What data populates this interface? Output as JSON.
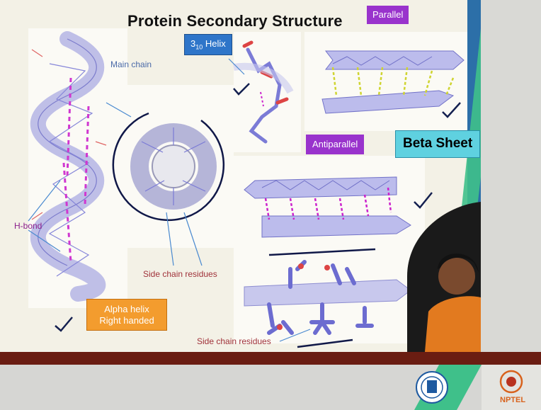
{
  "slide": {
    "title": "Protein Secondary Structure",
    "helix310_base": "3",
    "helix310_sub": "10",
    "helix310_suffix": " Helix",
    "main_chain": "Main chain",
    "parallel": "Parallel",
    "antiparallel": "Antiparallel",
    "beta_sheet": "Beta Sheet",
    "h_bond": "H-bond",
    "side_chain_1": "Side chain residues",
    "side_chain_2": "Side chain residues",
    "alpha_line1": "Alpha helix",
    "alpha_line2": "Right handed"
  },
  "branding": {
    "nptel": "NPTEL"
  },
  "colors": {
    "title_tag_purple": "#9933cc",
    "helix_tag_blue": "#2e75c9",
    "beta_tag_teal": "#5fd1e0",
    "alpha_tag_orange": "#f39c2e",
    "hbond_magenta": "#cc22cc",
    "bottom_bar": "#6a1d12",
    "right_band_blue": "#2c6fa8",
    "right_band_green": "#3fc08a"
  }
}
